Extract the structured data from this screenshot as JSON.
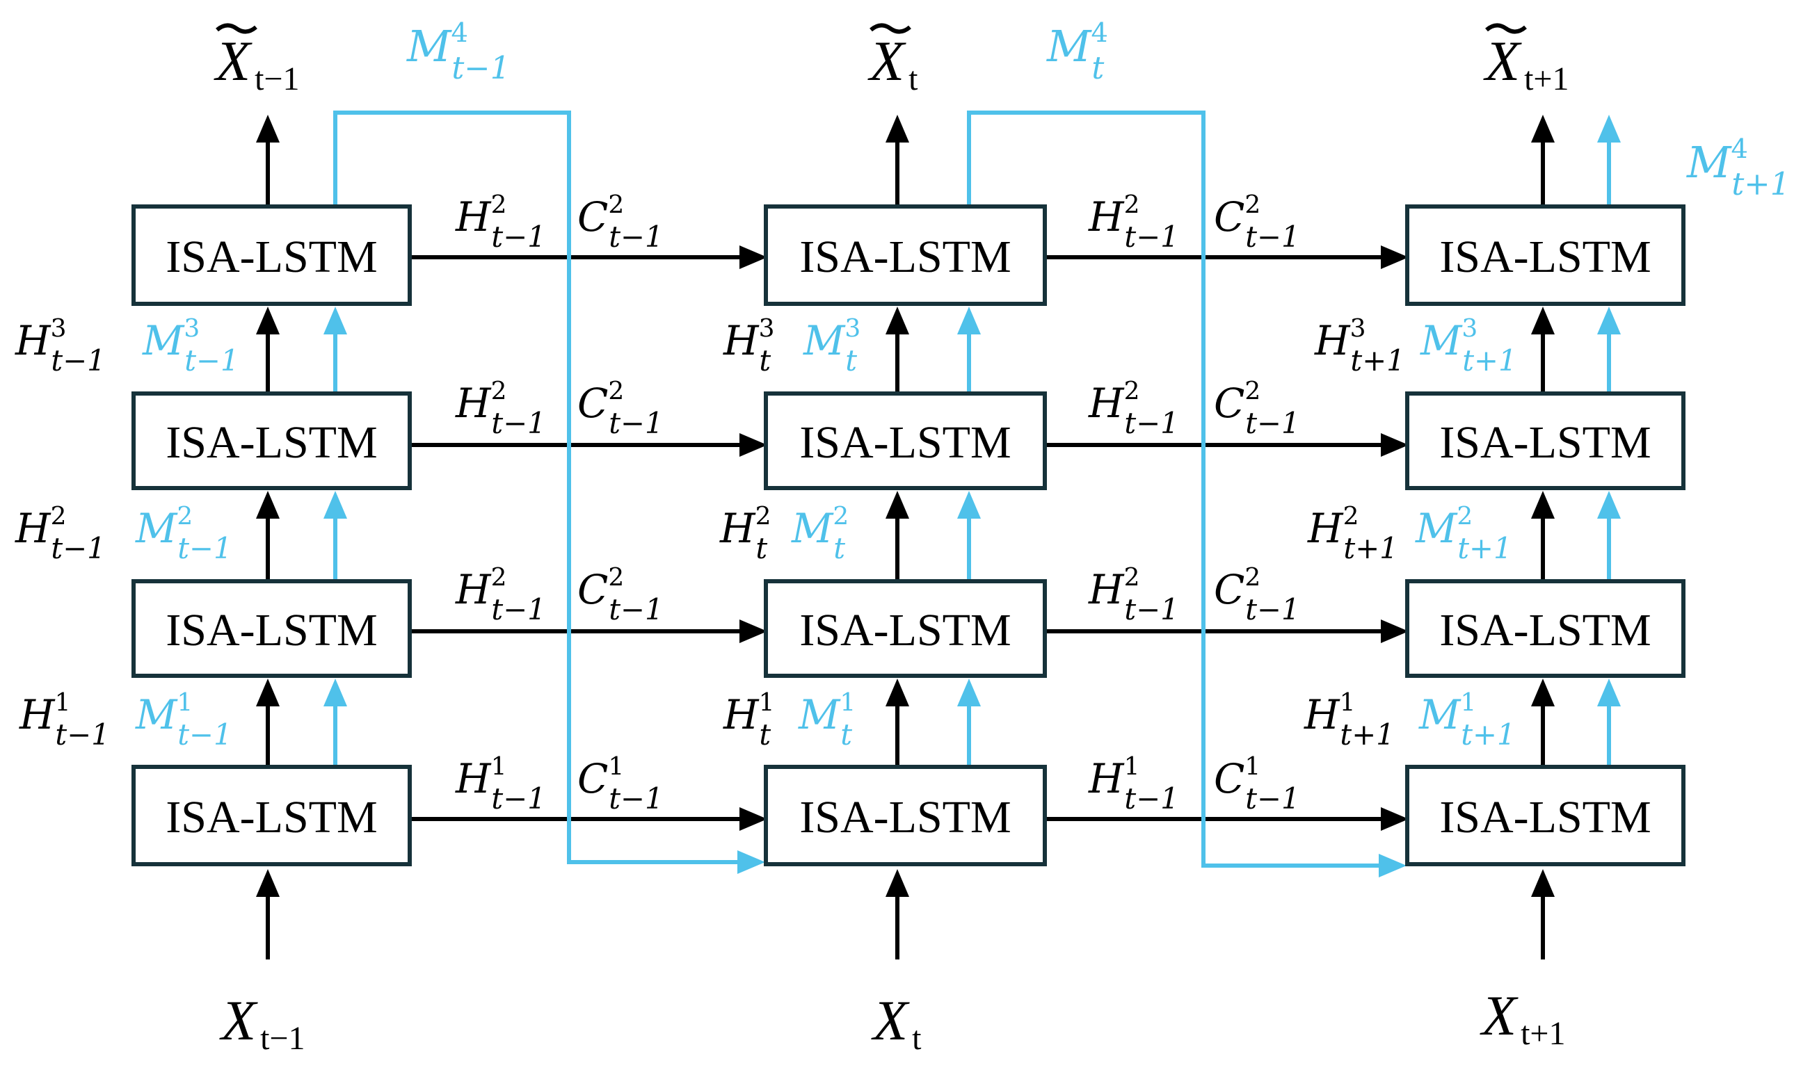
{
  "colors": {
    "memory_flow": "#4fc1ea",
    "hidden_flow": "#000000",
    "box_border": "#16323a"
  },
  "cell_label": "ISA-LSTM",
  "columns": [
    {
      "id": "t-1",
      "input": {
        "base": "X",
        "sub": "t−1"
      },
      "output": {
        "base": "X",
        "sub": "t−1"
      },
      "top_memory": {
        "base": "M",
        "sup": "4",
        "sub": "t−1"
      },
      "cells": [
        {
          "label": "ISA-LSTM"
        },
        {
          "label": "ISA-LSTM"
        },
        {
          "label": "ISA-LSTM"
        },
        {
          "label": "ISA-LSTM"
        }
      ],
      "hidden_labels": [
        {
          "base": "H",
          "sup": "1",
          "sub": "t−1"
        },
        {
          "base": "H",
          "sup": "2",
          "sub": "t−1"
        },
        {
          "base": "H",
          "sup": "3",
          "sub": "t−1"
        }
      ],
      "memory_labels": [
        {
          "base": "M",
          "sup": "1",
          "sub": "t−1"
        },
        {
          "base": "M",
          "sup": "2",
          "sub": "t−1"
        },
        {
          "base": "M",
          "sup": "3",
          "sub": "t−1"
        }
      ]
    },
    {
      "id": "t",
      "input": {
        "base": "X",
        "sub": "t"
      },
      "output": {
        "base": "X",
        "sub": "t"
      },
      "top_memory": {
        "base": "M",
        "sup": "4",
        "sub": "t"
      },
      "cells": [
        {
          "label": "ISA-LSTM"
        },
        {
          "label": "ISA-LSTM"
        },
        {
          "label": "ISA-LSTM"
        },
        {
          "label": "ISA-LSTM"
        }
      ],
      "hidden_labels": [
        {
          "base": "H",
          "sup": "1",
          "sub": "t"
        },
        {
          "base": "H",
          "sup": "2",
          "sub": "t"
        },
        {
          "base": "H",
          "sup": "3",
          "sub": "t"
        }
      ],
      "memory_labels": [
        {
          "base": "M",
          "sup": "1",
          "sub": "t"
        },
        {
          "base": "M",
          "sup": "2",
          "sub": "t"
        },
        {
          "base": "M",
          "sup": "3",
          "sub": "t"
        }
      ]
    },
    {
      "id": "t+1",
      "input": {
        "base": "X",
        "sub": "t+1"
      },
      "output": {
        "base": "X",
        "sub": "t+1"
      },
      "top_memory": {
        "base": "M",
        "sup": "4",
        "sub": "t+1"
      },
      "cells": [
        {
          "label": "ISA-LSTM"
        },
        {
          "label": "ISA-LSTM"
        },
        {
          "label": "ISA-LSTM"
        },
        {
          "label": "ISA-LSTM"
        }
      ],
      "hidden_labels": [
        {
          "base": "H",
          "sup": "1",
          "sub": "t+1"
        },
        {
          "base": "H",
          "sup": "2",
          "sub": "t+1"
        },
        {
          "base": "H",
          "sup": "3",
          "sub": "t+1"
        }
      ],
      "memory_labels": [
        {
          "base": "M",
          "sup": "1",
          "sub": "t+1"
        },
        {
          "base": "M",
          "sup": "2",
          "sub": "t+1"
        },
        {
          "base": "M",
          "sup": "3",
          "sub": "t+1"
        }
      ]
    }
  ],
  "transitions": [
    {
      "between": [
        "t-1",
        "t"
      ],
      "layers": [
        {
          "h": {
            "base": "H",
            "sup": "1",
            "sub": "t−1"
          },
          "c": {
            "base": "C",
            "sup": "1",
            "sub": "t−1"
          }
        },
        {
          "h": {
            "base": "H",
            "sup": "2",
            "sub": "t−1"
          },
          "c": {
            "base": "C",
            "sup": "2",
            "sub": "t−1"
          }
        },
        {
          "h": {
            "base": "H",
            "sup": "2",
            "sub": "t−1"
          },
          "c": {
            "base": "C",
            "sup": "2",
            "sub": "t−1"
          }
        },
        {
          "h": {
            "base": "H",
            "sup": "2",
            "sub": "t−1"
          },
          "c": {
            "base": "C",
            "sup": "2",
            "sub": "t−1"
          }
        }
      ]
    },
    {
      "between": [
        "t",
        "t+1"
      ],
      "layers": [
        {
          "h": {
            "base": "H",
            "sup": "1",
            "sub": "t−1"
          },
          "c": {
            "base": "C",
            "sup": "1",
            "sub": "t−1"
          }
        },
        {
          "h": {
            "base": "H",
            "sup": "2",
            "sub": "t−1"
          },
          "c": {
            "base": "C",
            "sup": "2",
            "sub": "t−1"
          }
        },
        {
          "h": {
            "base": "H",
            "sup": "2",
            "sub": "t−1"
          },
          "c": {
            "base": "C",
            "sup": "2",
            "sub": "t−1"
          }
        },
        {
          "h": {
            "base": "H",
            "sup": "2",
            "sub": "t−1"
          },
          "c": {
            "base": "C",
            "sup": "2",
            "sub": "t−1"
          }
        }
      ]
    }
  ]
}
